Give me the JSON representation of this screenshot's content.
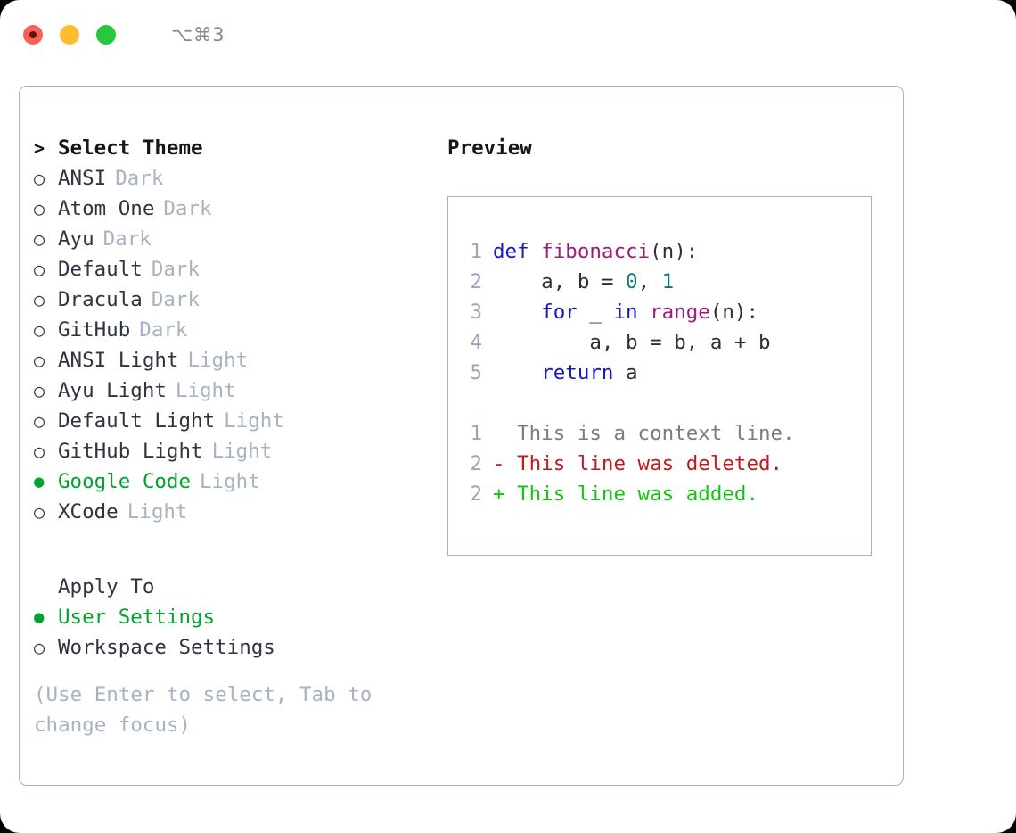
{
  "titlebar": {
    "shortcut": "⌥⌘3",
    "buttons": [
      "close",
      "minimize",
      "maximize"
    ]
  },
  "left": {
    "heading": {
      "marker": ">",
      "label": "Select Theme"
    },
    "themes": [
      {
        "marker": "○",
        "name": "ANSI",
        "variant": "Dark",
        "selected": false
      },
      {
        "marker": "○",
        "name": "Atom One",
        "variant": "Dark",
        "selected": false
      },
      {
        "marker": "○",
        "name": "Ayu",
        "variant": "Dark",
        "selected": false
      },
      {
        "marker": "○",
        "name": "Default",
        "variant": "Dark",
        "selected": false
      },
      {
        "marker": "○",
        "name": "Dracula",
        "variant": "Dark",
        "selected": false
      },
      {
        "marker": "○",
        "name": "GitHub",
        "variant": "Dark",
        "selected": false
      },
      {
        "marker": "○",
        "name": "ANSI Light",
        "variant": "Light",
        "selected": false
      },
      {
        "marker": "○",
        "name": "Ayu Light",
        "variant": "Light",
        "selected": false
      },
      {
        "marker": "○",
        "name": "Default Light",
        "variant": "Light",
        "selected": false
      },
      {
        "marker": "○",
        "name": "GitHub Light",
        "variant": "Light",
        "selected": false
      },
      {
        "marker": "●",
        "name": "Google Code",
        "variant": "Light",
        "selected": true
      },
      {
        "marker": "○",
        "name": "XCode",
        "variant": "Light",
        "selected": false
      }
    ],
    "apply_to": {
      "heading": "Apply To",
      "options": [
        {
          "marker": "●",
          "label": "User Settings",
          "selected": true
        },
        {
          "marker": "○",
          "label": "Workspace Settings",
          "selected": false
        }
      ]
    },
    "hint": "(Use Enter to select, Tab to change focus)"
  },
  "right": {
    "preview_title": "Preview",
    "code_lines": [
      {
        "number": "1",
        "tokens": [
          {
            "text": "def ",
            "type": "kw"
          },
          {
            "text": "fibonacci",
            "type": "fn"
          },
          {
            "text": "(n):",
            "type": "punc"
          }
        ]
      },
      {
        "number": "2",
        "tokens": [
          {
            "text": "    a, b = ",
            "type": "plain"
          },
          {
            "text": "0",
            "type": "num"
          },
          {
            "text": ", ",
            "type": "plain"
          },
          {
            "text": "1",
            "type": "num"
          }
        ]
      },
      {
        "number": "3",
        "tokens": [
          {
            "text": "    ",
            "type": "plain"
          },
          {
            "text": "for",
            "type": "kw"
          },
          {
            "text": " _ ",
            "type": "plain"
          },
          {
            "text": "in",
            "type": "kw"
          },
          {
            "text": " ",
            "type": "plain"
          },
          {
            "text": "range",
            "type": "fn"
          },
          {
            "text": "(n):",
            "type": "punc"
          }
        ]
      },
      {
        "number": "4",
        "tokens": [
          {
            "text": "        a, b = b, a + b",
            "type": "plain"
          }
        ]
      },
      {
        "number": "5",
        "tokens": [
          {
            "text": "    ",
            "type": "plain"
          },
          {
            "text": "return",
            "type": "kw"
          },
          {
            "text": " a",
            "type": "plain"
          }
        ]
      }
    ],
    "diff_lines": [
      {
        "number": "1",
        "sign": " ",
        "text": "This is a context line.",
        "type": "ctx"
      },
      {
        "number": "2",
        "sign": "-",
        "text": "This line was deleted.",
        "type": "del"
      },
      {
        "number": "2",
        "sign": "+",
        "text": "This line was added.",
        "type": "add"
      }
    ]
  },
  "colors": {
    "accent_green": "#00a32e",
    "muted": "#a7b2c2",
    "border": "#a7b2c2",
    "keyword": "#1a18c4",
    "function": "#9c1c7c",
    "number": "#0b7a77",
    "diff_deleted": "#c41a1a",
    "diff_added": "#13c312",
    "diff_context": "#7c7c7c",
    "light_red": "#fb6058",
    "light_yellow": "#febc2e",
    "light_green": "#26c83f"
  }
}
